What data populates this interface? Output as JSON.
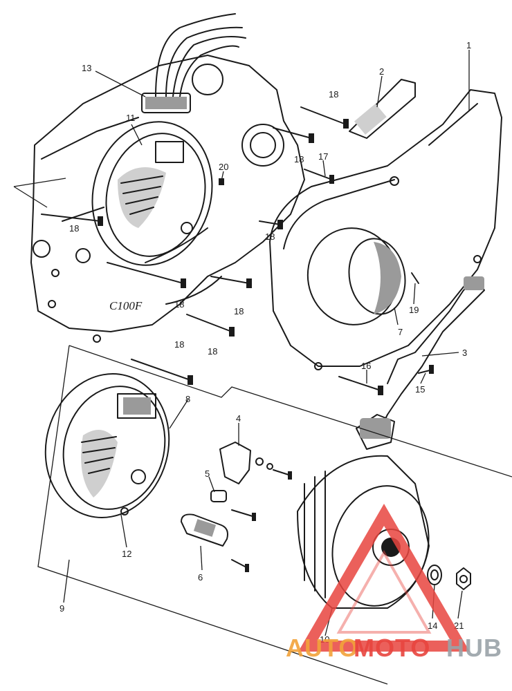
{
  "diagram": {
    "part_labels": {
      "p1": "1",
      "p2": "2",
      "p3": "3",
      "p4": "4",
      "p5": "5",
      "p6": "6",
      "p7": "7",
      "p8": "8",
      "p9": "9",
      "p10": "10",
      "p11": "11",
      "p12": "12",
      "p13": "13",
      "p14": "14",
      "p15": "15",
      "p16": "16",
      "p17": "17",
      "p19": "19",
      "p20": "20",
      "p21": "21",
      "p18a": "18",
      "p18b": "18",
      "p18c": "18",
      "p18d": "18",
      "p18e": "18",
      "p18f": "18",
      "p18g": "18",
      "p18h": "18"
    },
    "engine_marking": "C100F"
  },
  "watermark": {
    "auto": "AUTO",
    "moto": "MOTO",
    "hub": "HUB",
    "colors": {
      "auto": "#f2a33a",
      "moto": "#e8453f",
      "hub": "#9aa3a8"
    }
  }
}
